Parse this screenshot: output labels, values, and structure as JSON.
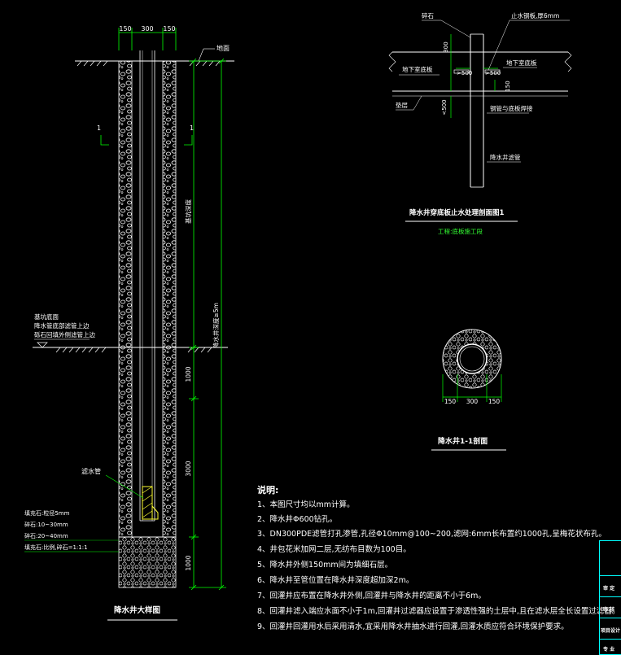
{
  "main_drawing": {
    "dims_top": [
      "150",
      "300",
      "150"
    ],
    "ground_label": "地面",
    "section_mark": "1",
    "depth_label_upper": "基坑深度",
    "depth_label_total": "降水井深度≥5m",
    "depth_1000_a": "1000",
    "depth_3000": "3000",
    "depth_1000_b": "1000",
    "layer_labels": [
      "基坑底面",
      "降水管底部滤管上边",
      "砾石回填外侧滤管上边"
    ],
    "filter_label": "滤水管",
    "fill_labels": [
      "填充石:粒径5mm",
      "碎石:10~30mm",
      "碎石:20~40mm",
      "填充石:比例,碎石=1:1:1"
    ],
    "title": "降水井大样图"
  },
  "detail_top": {
    "labels": {
      "gravel": "碎石",
      "steel_plate": "止水钢板,厚6mm",
      "sub_floor_left": "地下室底板",
      "sub_floor_right": "地下室底板",
      "cushion": "垫层",
      "weld": "钢管与底板焊接",
      "well_pipe": "降水井滤管"
    },
    "dims": [
      ">500",
      ">500",
      "300",
      "150",
      "<500"
    ],
    "title": "降水井穿底板止水处理剖面图1",
    "subtitle": "工程:底板施工段"
  },
  "section_drawing": {
    "dims": [
      "150",
      "300",
      "150"
    ],
    "title": "降水井1-1剖面"
  },
  "notes": {
    "heading": "说明:",
    "items": [
      "1、本图尺寸均以mm计算。",
      "2、降水井Φ600钻孔。",
      "3、DN300PDE滤管打孔渗管,孔径Φ10mm@100~200,滤网:6mm长布置约1000孔,呈梅花状布孔。",
      "4、井包花米加网二层,无纺布目数为100目。",
      "5、降水井外侧150mm间为填细石层。",
      "6、降水井至管位置在降水井深度超加深2m。",
      "7、回灌井应布置在降水井外侧,回灌井与降水井的距离不小于6m。",
      "8、回灌井滤入端应水面不小于1m,回灌井过滤器应设置于渗透性强的土层中,且在滤水层全长设置过滤器。",
      "9、回灌井回灌用水后采用清水,宜采用降水井抽水进行回灌,回灌水质应符合环境保护要求。"
    ]
  },
  "title_block": {
    "cells": [
      "审 定",
      "审 核",
      "项目设计",
      "专 业"
    ]
  },
  "colors": {
    "background": "#000000",
    "line": "#ffffff",
    "dimension": "#00ff00",
    "accent_green": "#33ff33",
    "frame": "#00ffff",
    "filter": "#ffff33"
  }
}
